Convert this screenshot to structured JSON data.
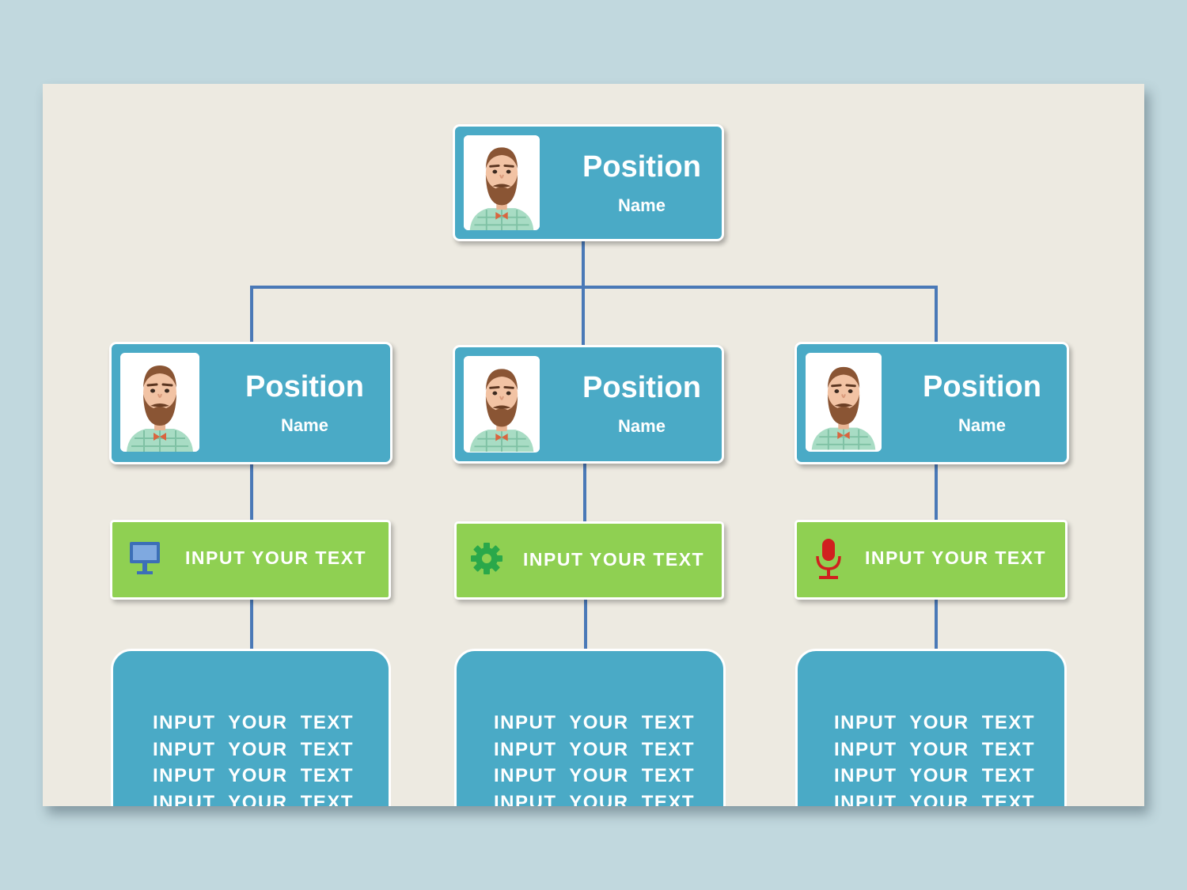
{
  "colors": {
    "card": "#4aaac6",
    "green": "#8fd052",
    "line": "#4a79b7",
    "canvas": "#edeae1",
    "background": "#c1d8de"
  },
  "top": {
    "position": "Position",
    "name": "Name"
  },
  "members": [
    {
      "position": "Position",
      "name": "Name",
      "label": "INPUT YOUR TEXT",
      "icon": "monitor-icon",
      "lines": [
        "INPUT YOUR TEXT",
        "INPUT YOUR TEXT",
        "INPUT YOUR TEXT",
        "INPUT YOUR TEXT"
      ]
    },
    {
      "position": "Position",
      "name": "Name",
      "label": "INPUT YOUR TEXT",
      "icon": "gear-icon",
      "lines": [
        "INPUT YOUR TEXT",
        "INPUT YOUR TEXT",
        "INPUT YOUR TEXT",
        "INPUT YOUR TEXT"
      ]
    },
    {
      "position": "Position",
      "name": "Name",
      "label": "INPUT YOUR TEXT",
      "icon": "microphone-icon",
      "lines": [
        "INPUT YOUR TEXT",
        "INPUT YOUR TEXT",
        "INPUT YOUR TEXT",
        "INPUT YOUR TEXT"
      ]
    }
  ]
}
